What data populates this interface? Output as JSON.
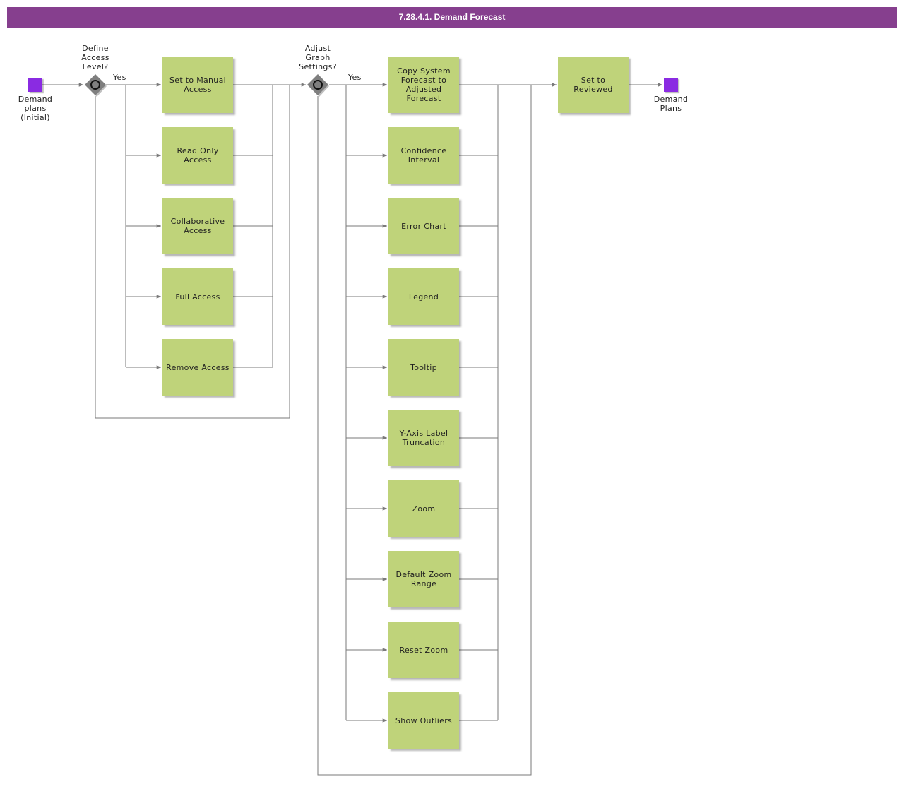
{
  "title": "7.28.4.1. Demand Forecast",
  "start_event": {
    "label": "Demand\nplans\n(Initial)"
  },
  "end_event": {
    "label": "Demand\nPlans"
  },
  "gateway1": {
    "label": "Define\nAccess\nLevel?",
    "yes": "Yes"
  },
  "gateway2": {
    "label": "Adjust\nGraph\nSettings?",
    "yes": "Yes"
  },
  "access_tasks": [
    "Set to Manual\nAccess",
    "Read Only\nAccess",
    "Collaborative\nAccess",
    "Full Access",
    "Remove Access"
  ],
  "graph_tasks": [
    "Copy System\nForecast to\nAdjusted\nForecast",
    "Confidence\nInterval",
    "Error Chart",
    "Legend",
    "Tooltip",
    "Y-Axis Label\nTruncation",
    "Zoom",
    "Default Zoom\nRange",
    "Reset Zoom",
    "Show Outliers"
  ],
  "final_task": "Set to Reviewed",
  "colors": {
    "title_bar": "#863f8e",
    "task_fill": "#bfd37a",
    "event_fill": "#8a2be2",
    "gateway_fill": "#7f7f7f",
    "connector": "#7a7a7a"
  }
}
